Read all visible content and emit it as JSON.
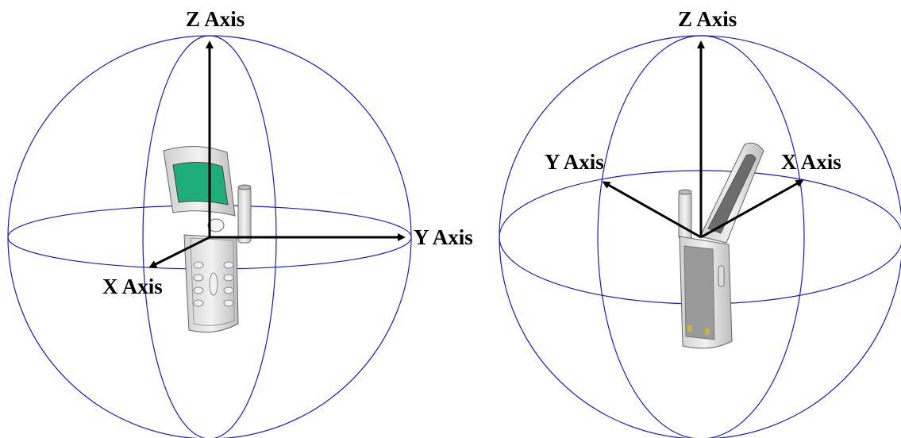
{
  "colors": {
    "sphere_ring": "#1a1ad2",
    "axis": "#000000",
    "phone_body": "#e8e8e8",
    "phone_screen": "#1fae7a"
  },
  "left_view": {
    "z_label": "Z Axis",
    "y_label": "Y Axis",
    "x_label": "X Axis"
  },
  "right_view": {
    "z_label": "Z Axis",
    "y_label": "Y Axis",
    "x_label": "X Axis"
  }
}
